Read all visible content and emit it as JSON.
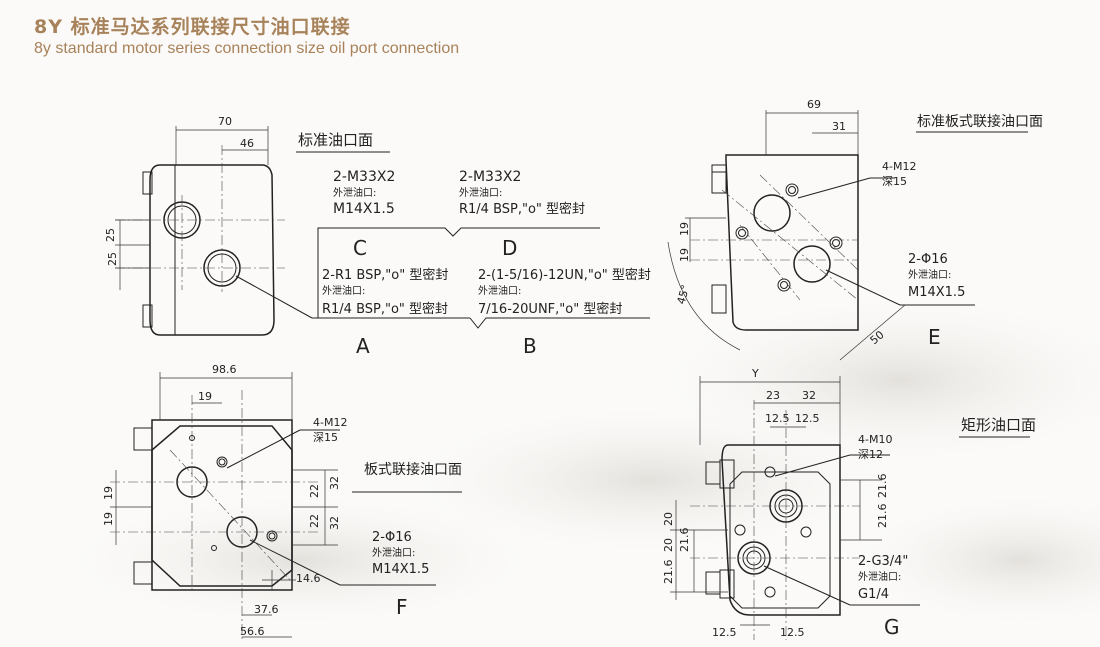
{
  "header": {
    "title_cn": "8Y 标准马达系列联接尺寸油口联接",
    "title_en": "8y standard motor series connection size oil port connection"
  },
  "views": {
    "standard": {
      "title": "标准油口面",
      "dim_70": "70",
      "dim_46": "46",
      "dim_25a": "25",
      "dim_25b": "25"
    },
    "ports": {
      "c_line1": "2-M33X2",
      "c_line2": "外泄油口:",
      "c_line3": "M14X1.5",
      "d_line1": "2-M33X2",
      "d_line2": "外泄油口:",
      "d_line3": "R1/4 BSP,\"o\" 型密封",
      "label_c": "C",
      "label_d": "D",
      "a_line1": "2-R1 BSP,\"o\" 型密封",
      "a_line2": "外泄油口:",
      "a_line3": "R1/4 BSP,\"o\" 型密封",
      "b_line1": "2-(1-5/16)-12UN,\"o\" 型密封",
      "b_line2": "外泄油口:",
      "b_line3": "7/16-20UNF,\"o\" 型密封",
      "label_a": "A",
      "label_b": "B"
    },
    "e": {
      "title": "标准板式联接油口面",
      "dim_69": "69",
      "dim_31": "31",
      "dim_19a": "19",
      "dim_19b": "19",
      "dim_angle": "45°",
      "dim_50": "50",
      "hole_line1": "4-M12",
      "hole_line2": "深15",
      "port_line1": "2-Φ16",
      "port_line2": "外泄油口:",
      "port_line3": "M14X1.5",
      "label": "E"
    },
    "f": {
      "title": "板式联接油口面",
      "dim_98_6": "98.6",
      "dim_19_top": "19",
      "dim_19a": "19",
      "dim_19b": "19",
      "dim_22a": "22",
      "dim_22b": "22",
      "dim_32a": "32",
      "dim_32b": "32",
      "dim_14_6": "14.6",
      "dim_37_6": "37.6",
      "dim_56_6": "56.6",
      "hole_line1": "4-M12",
      "hole_line2": "深15",
      "port_line1": "2-Φ16",
      "port_line2": "外泄油口:",
      "port_line3": "M14X1.5",
      "label": "F"
    },
    "g": {
      "title": "矩形油口面",
      "dim_y": "Y",
      "dim_23": "23",
      "dim_32": "32",
      "dim_12_5a": "12.5",
      "dim_12_5b": "12.5",
      "dim_12_5c": "12.5",
      "dim_12_5d": "12.5",
      "dim_20a": "20",
      "dim_20b": "20",
      "dim_21_6a": "21.6",
      "dim_21_6b": "21.6",
      "dim_21_6c": "21.6",
      "dim_21_6d": "21.6",
      "hole_line1": "4-M10",
      "hole_line2": "深12",
      "port_line1": "2-G3/4\"",
      "port_line2": "外泄油口:",
      "port_line3": "G1/4",
      "label": "G"
    }
  }
}
